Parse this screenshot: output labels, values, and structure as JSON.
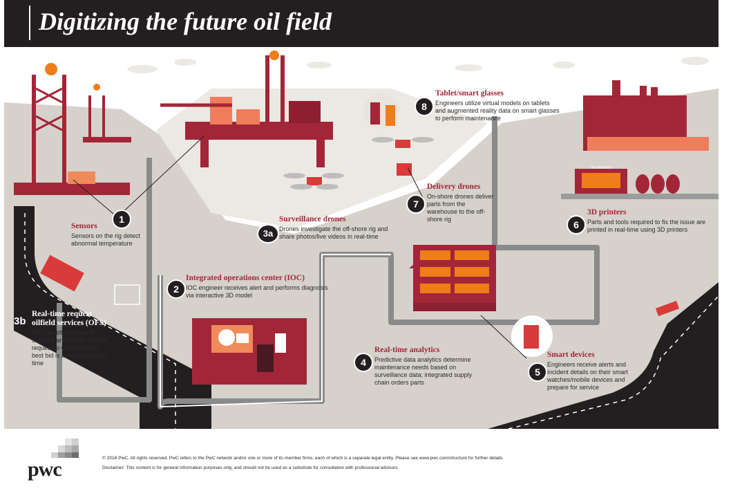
{
  "header": {
    "title": "Digitizing the future oil field"
  },
  "colors": {
    "header_bg": "#231f20",
    "ground": "#d6d1cb",
    "accent_red": "#a32638",
    "bright_red": "#d93a3a",
    "orange": "#ef7d1a",
    "pipe": "#8a8a8a"
  },
  "steps": {
    "s1": {
      "badge": "1",
      "heading": "Sensors",
      "body": "Sensors on the rig detect abnormal temperature"
    },
    "s2": {
      "badge": "2",
      "heading": "Integrated operations center (IOC)",
      "body": "IOC engineer receives alert and performs diagnosis via interactive 3D model"
    },
    "s3a": {
      "badge": "3a",
      "heading": "Surveillance drones",
      "body": "Drones investigate the off-shore rig and share photos/live videos in real-time"
    },
    "s3b": {
      "badge": "3b",
      "heading": "Real-time request oilfield services (OFS)",
      "body": "IOC identifies required services and issues service request to OFS vendors; best bid is accepted in real-time"
    },
    "s4": {
      "badge": "4",
      "heading": "Real-time analytics",
      "body": "Predictive data analytics determine maintenance needs based on surveillance data; integrated supply chain orders parts"
    },
    "s5": {
      "badge": "5",
      "heading": "Smart devices",
      "body": "Engineers receive alerts and incident details on their smart watches/mobile devices and prepare for service"
    },
    "s6": {
      "badge": "6",
      "heading": "3D printers",
      "body": "Parts and tools required to fix the issue are printed in real-time using 3D printers"
    },
    "s7": {
      "badge": "7",
      "heading": "Delivery drones",
      "body": "On-shore drones deliver parts from the warehouse to the off-shore rig"
    },
    "s8": {
      "badge": "8",
      "heading": "Tablet/smart glasses",
      "body": "Engineers utilize virtual models on tablets and augmented reality data on smart glasses to perform maintenance"
    }
  },
  "scene": {
    "printer_sign": "3D PRINTER"
  },
  "footer": {
    "logo_text": "pwc",
    "copyright": "© 2016 PwC. All rights reserved. PwC refers to the PwC network and/or one or more of its member firms, each of which is a separate legal entity. Please see www.pwc.com/structure for further details.",
    "disclaimer": "Disclaimer: This content is for general information purposes only, and should not be used as a substitute for consultation with professional advisors."
  }
}
